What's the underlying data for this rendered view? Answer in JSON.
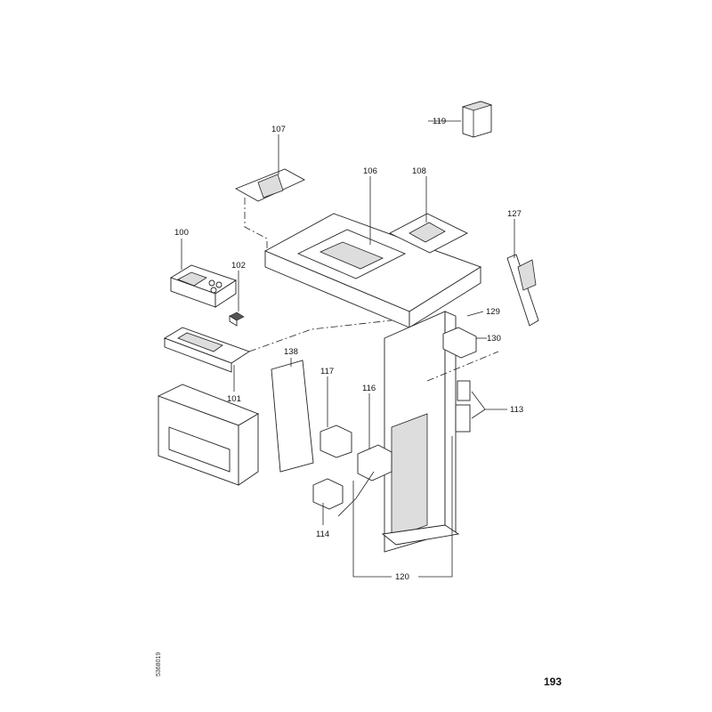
{
  "diagram": {
    "part_labels": {
      "p119": "119",
      "p107": "107",
      "p106": "106",
      "p108": "108",
      "p127": "127",
      "p100": "100",
      "p102": "102",
      "p129": "129",
      "p130": "130",
      "p101": "101",
      "p138": "138",
      "p117": "117",
      "p116": "116",
      "p113": "113",
      "p114": "114",
      "p120": "120"
    },
    "drawing_code": "5368019",
    "page_number": "193"
  }
}
